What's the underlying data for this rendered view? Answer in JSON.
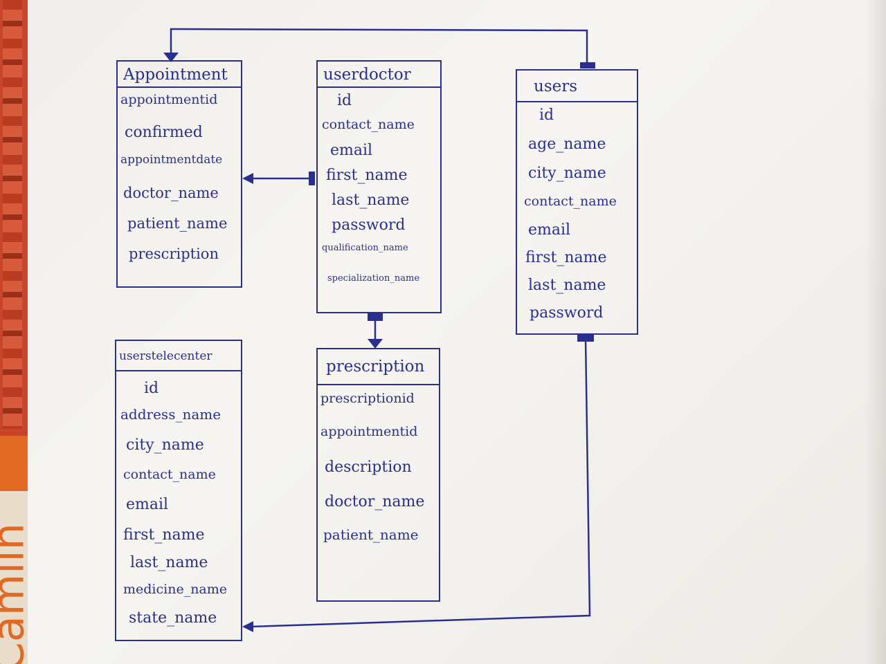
{
  "brand": {
    "text": "Camlin"
  },
  "colors": {
    "ink": "#2a2f8f",
    "paper": "#f3f2ee"
  },
  "entities": {
    "appointment": {
      "title": "Appointment",
      "fields": [
        "appointmentid",
        "confirmed",
        "appointmentdate",
        "doctor_name",
        "patient_name",
        "prescription"
      ]
    },
    "userdoctor": {
      "title": "userdoctor",
      "fields": [
        "id",
        "contact_name",
        "email",
        "first_name",
        "last_name",
        "password",
        "qualification_name",
        "specialization_name"
      ]
    },
    "users": {
      "title": "users",
      "fields": [
        "id",
        "age_name",
        "city_name",
        "contact_name",
        "email",
        "first_name",
        "last_name",
        "password"
      ]
    },
    "userstelecenter": {
      "title": "userstelecenter",
      "fields": [
        "id",
        "address_name",
        "city_name",
        "contact_name",
        "email",
        "first_name",
        "last_name",
        "medicine_name",
        "state_name"
      ]
    },
    "prescription": {
      "title": "prescription",
      "fields": [
        "prescriptionid",
        "appointmentid",
        "description",
        "doctor_name",
        "patient_name"
      ]
    }
  },
  "relationships": [
    {
      "from": "users",
      "to": "appointment"
    },
    {
      "from": "userdoctor",
      "to": "appointment"
    },
    {
      "from": "userdoctor",
      "to": "prescription"
    },
    {
      "from": "users",
      "to": "userstelecenter"
    }
  ]
}
